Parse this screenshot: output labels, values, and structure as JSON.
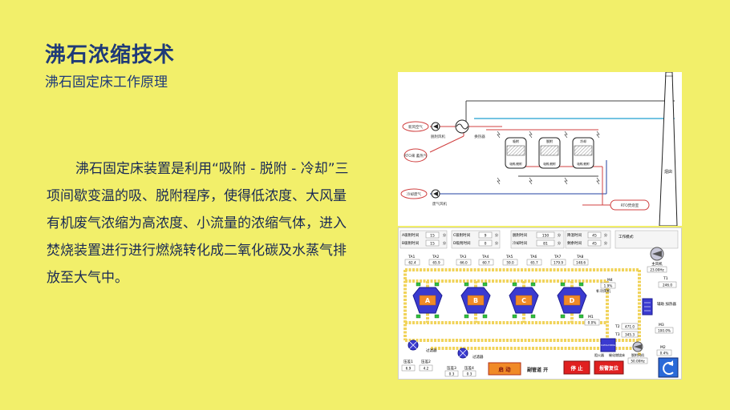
{
  "slide": {
    "title": "沸石浓缩技术",
    "subtitle": "沸石固定床工作原理",
    "paragraph": "沸石固定床装置是利用“吸附 - 脱附 - 冷却”三项间歇变温的吸、脱附程序，使得低浓度、大风量有机废气浓缩为高浓度、小流量的浓缩气体，进入焚烧装置进行进行燃烧转化成二氧化碳及水蒸气排放至大气中。"
  },
  "flow_diagram": {
    "inputs": [
      "新风空气",
      "RTO来\n蓄热气",
      "冷却废气"
    ],
    "fan1": "脱附风机",
    "exchanger": "换热器",
    "fan2": "废气风机",
    "beds": [
      "吸附",
      "脱附",
      "冷却"
    ],
    "bed_labels": [
      "吸附/脱附",
      "吸附/脱附",
      "吸附/脱附"
    ],
    "output": "RTO焚烧室",
    "chimney": "烟囱"
  },
  "scada": {
    "params_left": [
      {
        "label": "A吸附时间",
        "value": "15",
        "unit": "分"
      },
      {
        "label": "B吸附时间",
        "value": "15",
        "unit": "分"
      }
    ],
    "params_mid": [
      {
        "label": "C吸附时间",
        "value": "9",
        "unit": "分"
      },
      {
        "label": "D吸附时间",
        "value": "0",
        "unit": "分"
      }
    ],
    "params_right": [
      {
        "label": "脱附时间",
        "value": "150",
        "unit": "分"
      },
      {
        "label": "冷却时间",
        "value": "81",
        "unit": "分"
      }
    ],
    "params_far": [
      {
        "label": "降温时间",
        "value": "45",
        "unit": "分"
      },
      {
        "label": "剩余时间",
        "value": "45",
        "unit": "分"
      }
    ],
    "work_mode": "工作模式:",
    "ta": [
      {
        "label": "TA1",
        "value": "62.4"
      },
      {
        "label": "TA2",
        "value": "65.9"
      },
      {
        "label": "TA3",
        "value": "66.0"
      },
      {
        "label": "TA4",
        "value": "60.7"
      },
      {
        "label": "TA5",
        "value": "59.0"
      },
      {
        "label": "TA6",
        "value": "65.7"
      },
      {
        "label": "TA7",
        "value": "179.9"
      },
      {
        "label": "TA8",
        "value": "148.6"
      }
    ],
    "towers": [
      "A",
      "B",
      "C",
      "D"
    ],
    "main_fan": {
      "label": "主风机",
      "value": "23.00Hz"
    },
    "m4": {
      "label": "M4",
      "value": "1.9%"
    },
    "t1": {
      "label": "T1",
      "value": "246.0"
    },
    "cool_fan": "补冷风机",
    "heater": "辅助\n加热器",
    "m1": {
      "label": "M1",
      "value": "0.0%"
    },
    "t2": {
      "label": "T2",
      "value": "471.0"
    },
    "t3": {
      "label": "T3",
      "value": "345.3"
    },
    "m3": {
      "label": "M3",
      "value": "100.0%"
    },
    "m2": {
      "label": "M2",
      "value": "0.4%"
    },
    "filter_left": "过滤器",
    "filter_mid": "过滤器",
    "pressures": [
      {
        "label": "压差1",
        "value": "6.9"
      },
      {
        "label": "压差2",
        "value": "4.2"
      },
      {
        "label": "压差3",
        "value": "0.3"
      },
      {
        "label": "压差4",
        "value": "0.3"
      }
    ],
    "rto_label": "CATALYZING",
    "catalyst_room": "催化燃烧床",
    "fire_arrest": "阻火器",
    "desorb_fan": {
      "label": "脱附风机",
      "value": "50.00Hz"
    },
    "buttons": {
      "start": "启 动",
      "bypass": "副管道 开",
      "stop": "停 止",
      "reset": "报警复位"
    }
  },
  "colors": {
    "background": "#f2ef6a",
    "title": "#1f3a78",
    "pipe_yellow": "#f1d35a",
    "tower": "#3a3ad0",
    "button_red": "#e02020",
    "button_orange": "#f08a28"
  }
}
